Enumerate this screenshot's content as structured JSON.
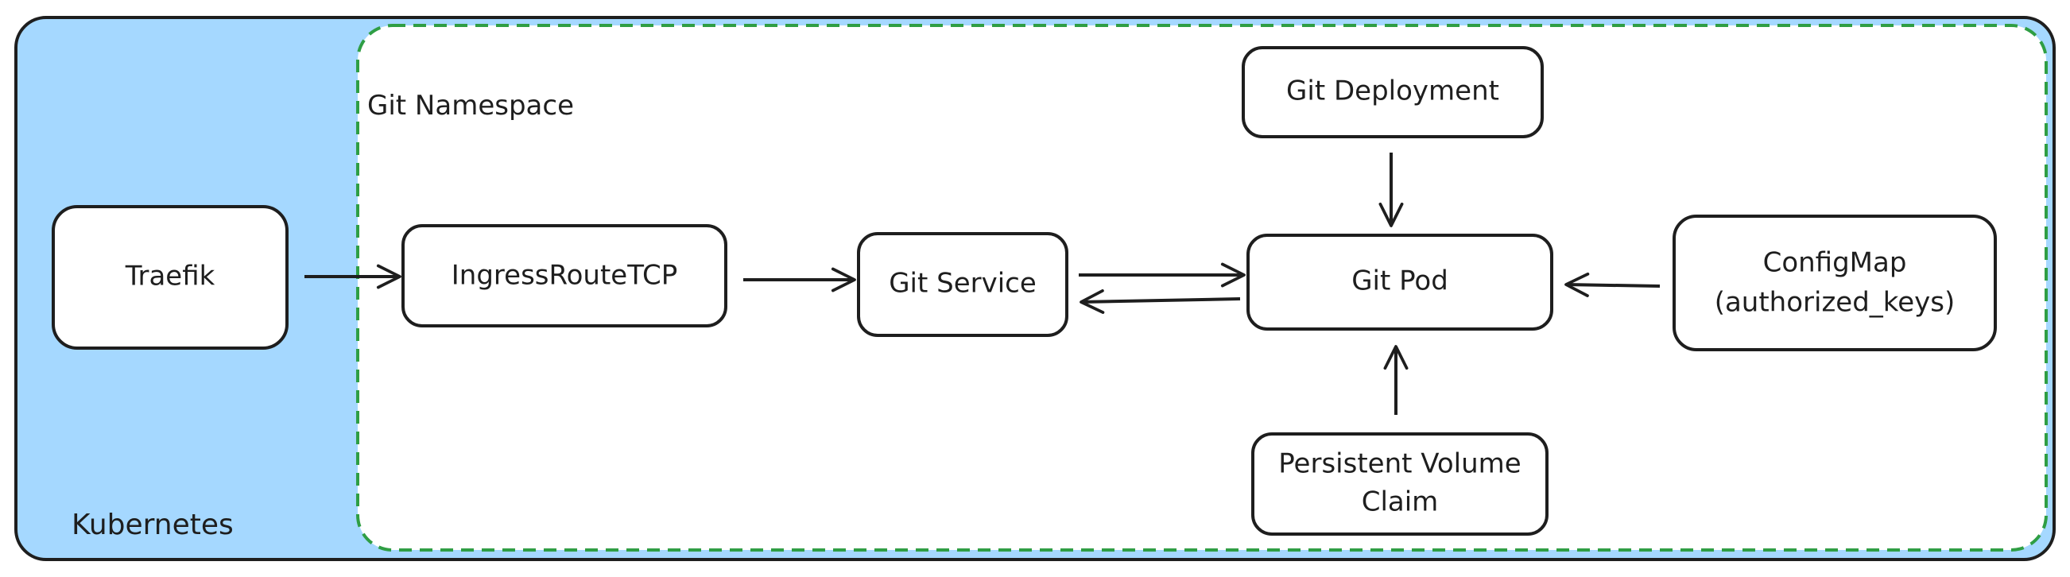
{
  "colors": {
    "outer_fill": "#a5d8ff",
    "stroke": "#1e1e1e",
    "namespace_border": "#2f9e44",
    "node_fill": "#ffffff"
  },
  "labels": {
    "kubernetes": "Kubernetes",
    "namespace": "Git Namespace",
    "traefik": "Traefik",
    "ingress": "IngressRouteTCP",
    "service": "Git Service",
    "pod": "Git Pod",
    "deployment": "Git Deployment",
    "configmap_line1": "ConfigMap",
    "configmap_line2": "(authorized_keys)",
    "pvc_line1": "Persistent Volume",
    "pvc_line2": "Claim"
  },
  "edges": [
    {
      "from": "Traefik",
      "to": "IngressRouteTCP"
    },
    {
      "from": "IngressRouteTCP",
      "to": "Git Service"
    },
    {
      "from": "Git Service",
      "to": "Git Pod"
    },
    {
      "from": "Git Pod",
      "to": "Git Service"
    },
    {
      "from": "Git Deployment",
      "to": "Git Pod"
    },
    {
      "from": "ConfigMap (authorized_keys)",
      "to": "Git Pod"
    },
    {
      "from": "Persistent Volume Claim",
      "to": "Git Pod"
    }
  ]
}
